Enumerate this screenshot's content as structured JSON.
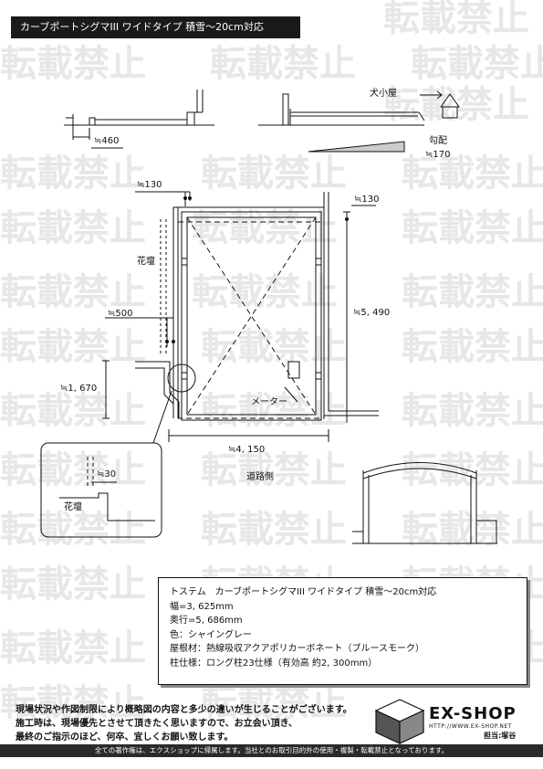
{
  "title": "カーブポートシグマIII ワイドタイプ 積雪〜20cm対応",
  "watermark_text": "転載禁止",
  "elevation": {
    "dim_460": "≒460",
    "doghouse_label": "犬小屋",
    "slope_label": "勾配",
    "slope_value": "≒170"
  },
  "plan": {
    "dim_130_left": "≒130",
    "dim_130_right": "≒130",
    "flowerbed_label": "花壇",
    "dim_500": "≒500",
    "dim_5490": "≒5, 490",
    "dim_1670": "≒1, 670",
    "meter_label": "メーター",
    "dim_4150": "≒4, 150",
    "road_side_label": "道路側",
    "detail_dim_30": "≒30",
    "detail_flowerbed_label": "花壇"
  },
  "specs": [
    "トステム　カーブポートシグマIII ワイドタイプ 積雪〜20cm対応",
    "幅=3, 625mm",
    "奥行=5, 686mm",
    "色：シャイングレー",
    "屋根材：熱線吸収アクアポリカーボネート（ブルースモーク）",
    "柱仕様：ロング柱23仕様（有効高 約2, 300mm）"
  ],
  "notes": [
    "現場状況や作図制限により概略図の内容と多少の違いが生じることがございます。",
    "施工時は、現場優先とさせて頂きたく思いますので、お立会い頂き、",
    "最終のご指示のほど、何卒、宜しくお願い致します。"
  ],
  "brand": {
    "name": "EX-SHOP",
    "url": "HTTP://WWW.EX-SHOP.NET",
    "staff": "担当:塚谷"
  },
  "footer": "全ての著作権は、エクスショップに帰属します。当社とのお取引目的外の使用・複製・転載禁止となっております。"
}
